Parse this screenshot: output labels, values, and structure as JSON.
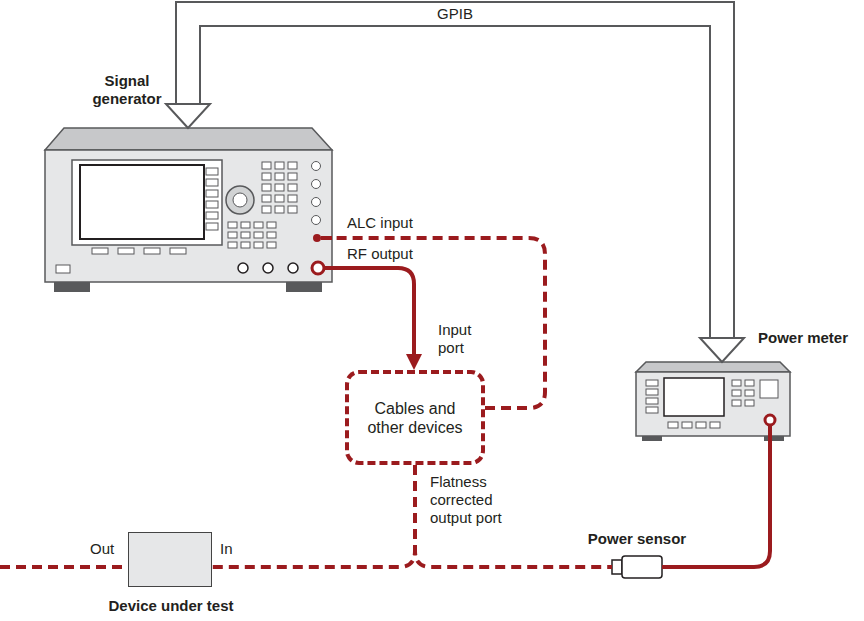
{
  "diagram": {
    "nodes": [
      {
        "text": [
          "Signal generator"
        ]
      },
      {
        "text": [
          "Power meter"
        ]
      },
      {
        "text": [
          "Cables and other devices"
        ]
      },
      {
        "text": [
          "Power sensor"
        ]
      },
      {
        "text": [
          "Device under test"
        ]
      }
    ],
    "edges": [
      {
        "from": 0,
        "to": 1,
        "arrow": "both",
        "label": "GPIB"
      },
      {
        "from": 0,
        "to": 2,
        "arrow": "to"
      },
      {
        "from": 2,
        "to": 0,
        "arrow": "none"
      },
      {
        "from": 2,
        "to": 4,
        "arrow": "none"
      },
      {
        "from": 2,
        "to": 3,
        "arrow": "none"
      },
      {
        "from": 3,
        "to": 1,
        "arrow": "none"
      }
    ],
    "labels": [
      "ALC input",
      "RF output",
      "Input port",
      "Flatness corrected output port",
      "Out",
      "In"
    ]
  }
}
